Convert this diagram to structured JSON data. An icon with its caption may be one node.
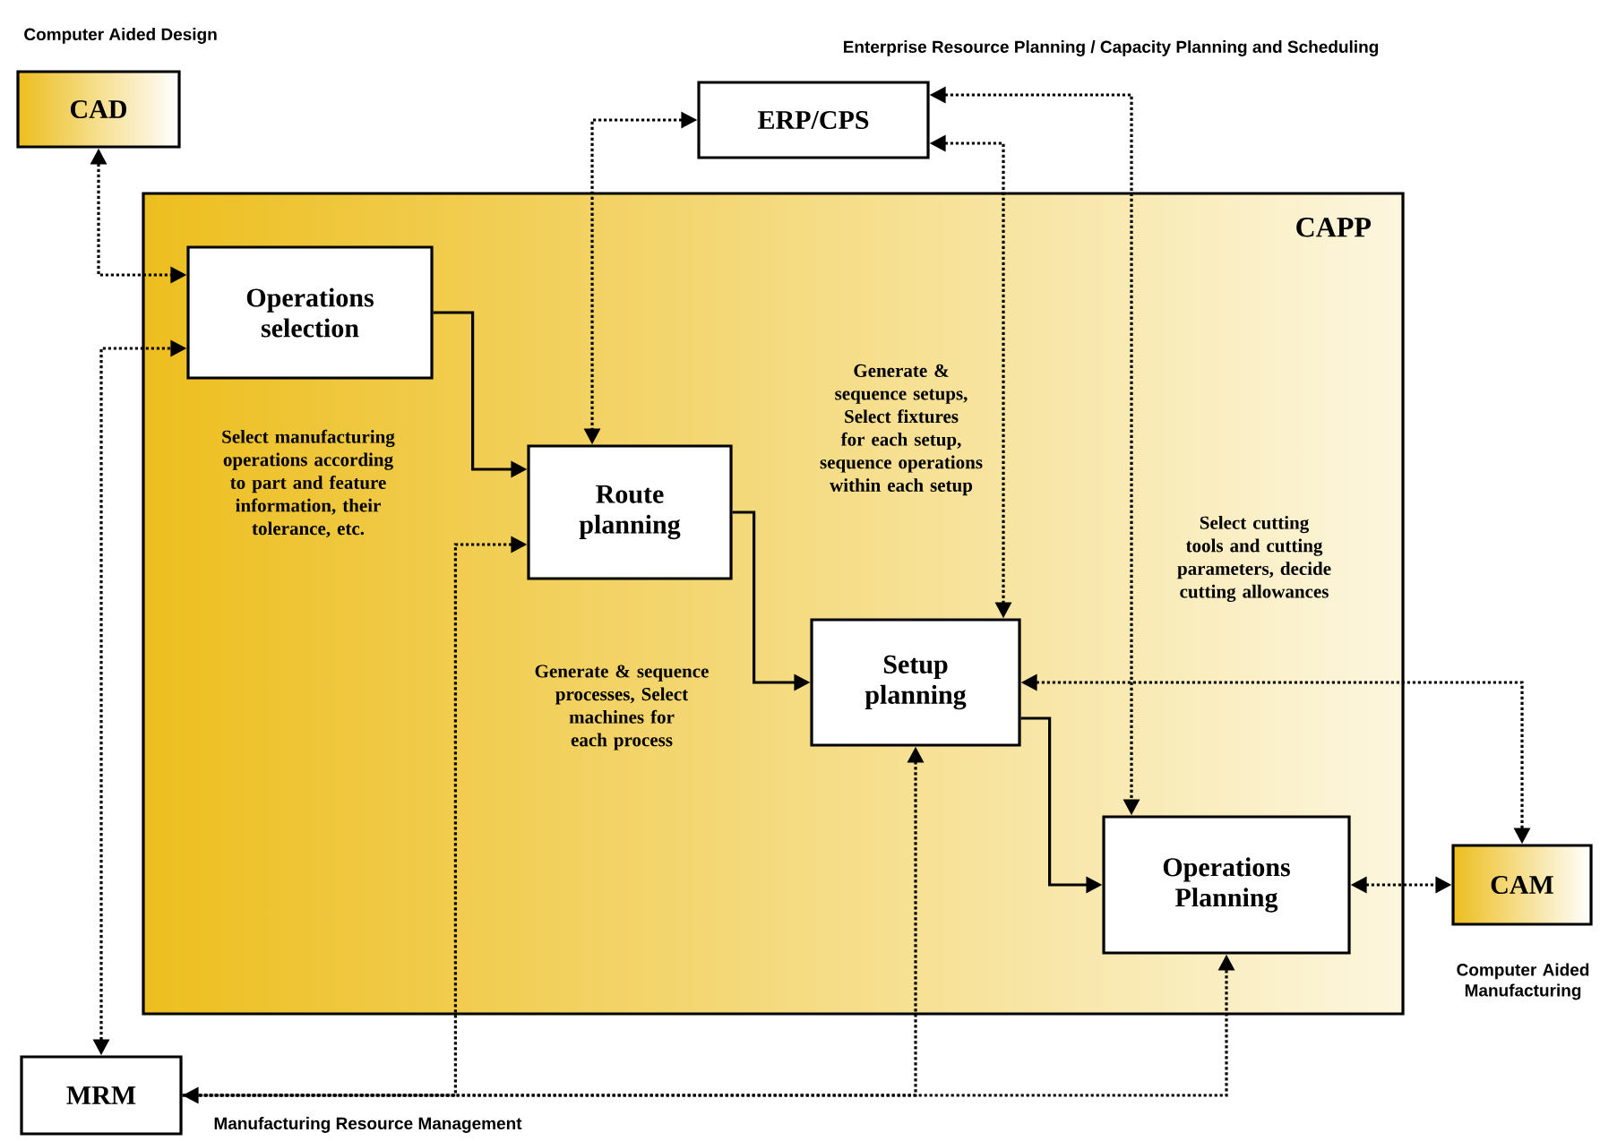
{
  "diagram": {
    "nodes": [
      {
        "text": [
          "CAD"
        ],
        "beside": [
          "Computer Aided Design"
        ]
      },
      {
        "text": [
          "ERP/CPS"
        ],
        "beside": [
          "Enterprise Resource Planning / Capacity Planning and Scheduling"
        ]
      },
      {
        "text": [
          "CAPP"
        ]
      },
      {
        "text": [
          "Operations selection"
        ],
        "in": 2
      },
      {
        "text": [
          "Route planning"
        ],
        "in": 2
      },
      {
        "text": [
          "Setup planning"
        ],
        "in": 2
      },
      {
        "text": [
          "Operations Planning"
        ],
        "in": 2
      },
      {
        "text": [
          "CAM"
        ],
        "beside": [
          "Computer Aided Manufacturing"
        ]
      },
      {
        "text": [
          "MRM"
        ],
        "beside": [
          "Manufacturing Resource Management"
        ]
      }
    ],
    "edges": [
      {
        "from": 0,
        "to": 3,
        "arrow": "both",
        "style": "dashed"
      },
      {
        "from": 8,
        "to": 3,
        "arrow": "both",
        "style": "dashed"
      },
      {
        "from": 1,
        "to": 4,
        "arrow": "both",
        "style": "dashed"
      },
      {
        "from": 1,
        "to": 5,
        "arrow": "both",
        "style": "dashed"
      },
      {
        "from": 1,
        "to": 6,
        "arrow": "both",
        "style": "dashed"
      },
      {
        "from": 5,
        "to": 7,
        "arrow": "both",
        "style": "dashed"
      },
      {
        "from": 6,
        "to": 7,
        "arrow": "both",
        "style": "dashed"
      },
      {
        "from": 4,
        "to": 8,
        "arrow": "both",
        "style": "dashed"
      },
      {
        "from": 8,
        "to": 5,
        "arrow": "to",
        "style": "dashed"
      },
      {
        "from": 8,
        "to": 6,
        "arrow": "to",
        "style": "dashed"
      },
      {
        "from": 3,
        "to": 4,
        "arrow": "to"
      },
      {
        "from": 4,
        "to": 5,
        "arrow": "to"
      },
      {
        "from": 5,
        "to": 6,
        "arrow": "to"
      }
    ],
    "labels": [
      "Select manufacturing operations according to part and feature information, their tolerance, etc.",
      "Generate & sequence setups, Select fixtures for each setup, sequence operations within each setup",
      "Generate & sequence processes, Select machines for each process",
      "Select cutting tools and cutting parameters, decide cutting allowances"
    ]
  }
}
